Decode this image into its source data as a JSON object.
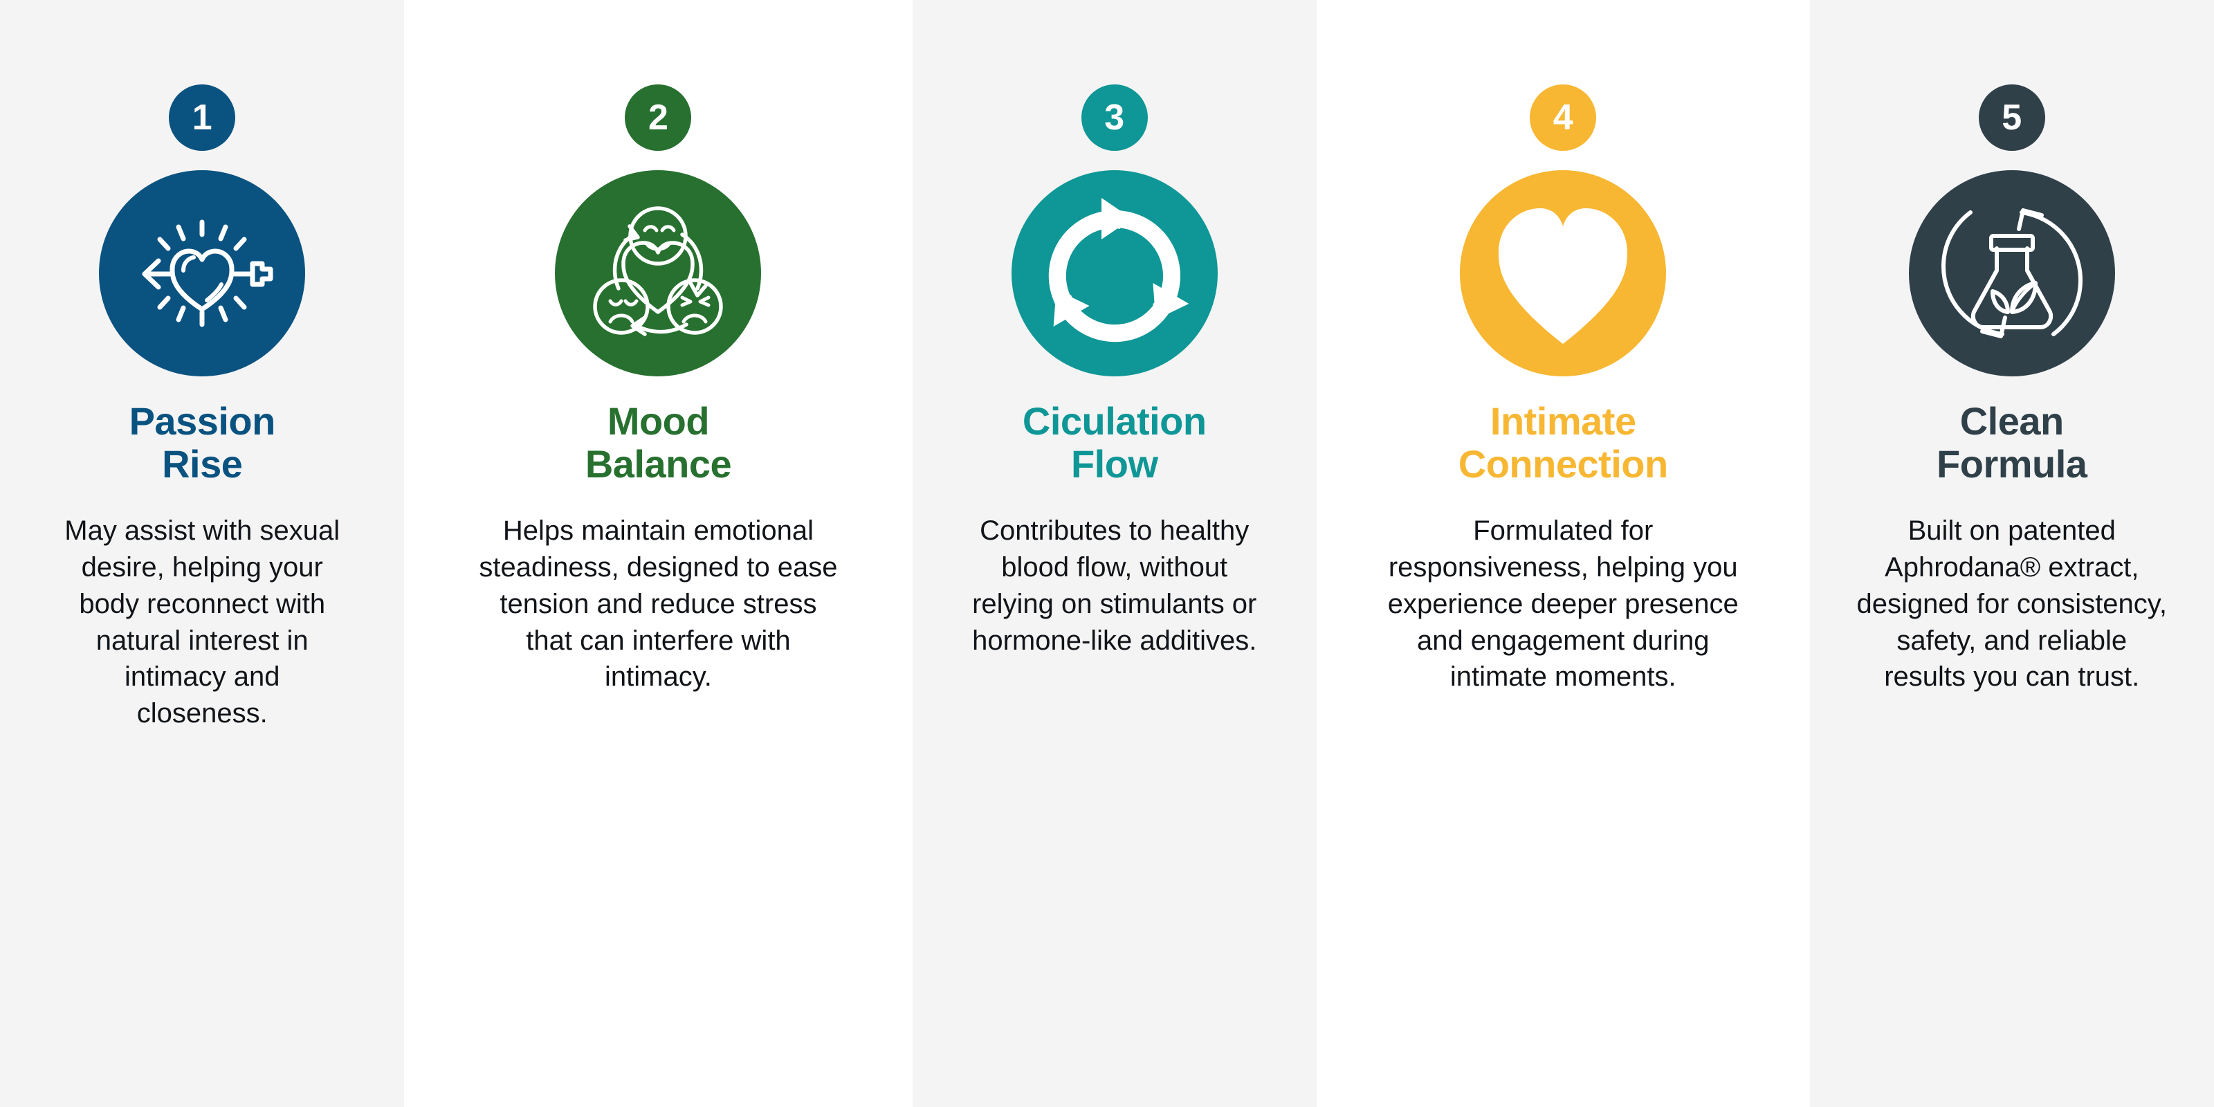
{
  "page": {
    "background": "#ffffff",
    "column_gray": "#f4f4f4",
    "body_text_color": "#111418"
  },
  "columns": [
    {
      "number": "1",
      "color": "#0a5280",
      "background": "gray",
      "icon_name": "heart-with-gender-arrow-icon",
      "title": "Passion\nRise",
      "title_line1": "Passion",
      "title_line2": "Rise",
      "body": "May assist with sexual desire, helping your body reconnect with natural interest in intimacy and closeness."
    },
    {
      "number": "2",
      "color": "#27702f",
      "background": "white",
      "icon_name": "mood-faces-heart-cycle-icon",
      "title": "Mood\nBalance",
      "title_line1": "Mood",
      "title_line2": "Balance",
      "body": "Helps maintain emotional steadiness, designed to ease tension and reduce stress that can interfere with intimacy."
    },
    {
      "number": "3",
      "color": "#0f9696",
      "background": "gray",
      "icon_name": "circular-arrows-flow-icon",
      "title": "Ciculation\nFlow",
      "title_line1": "Ciculation",
      "title_line2": "Flow",
      "body": "Contributes to healthy blood flow, without relying on stimulants or hormone-like additives."
    },
    {
      "number": "4",
      "color": "#f7b733",
      "background": "white",
      "icon_name": "heart-icon",
      "title": "Intimate\nConnection",
      "title_line1": "Intimate",
      "title_line2": "Connection",
      "body": "Formulated for responsiveness, helping you experience deeper presence and engagement during intimate moments."
    },
    {
      "number": "5",
      "color": "#2f4049",
      "background": "gray",
      "icon_name": "flask-with-leaf-cycle-icon",
      "title": "Clean\nFormula",
      "title_line1": "Clean",
      "title_line2": "Formula",
      "body": "Built on patented Aphrodana® extract, designed for consistency, safety, and reliable results you can trust."
    }
  ]
}
